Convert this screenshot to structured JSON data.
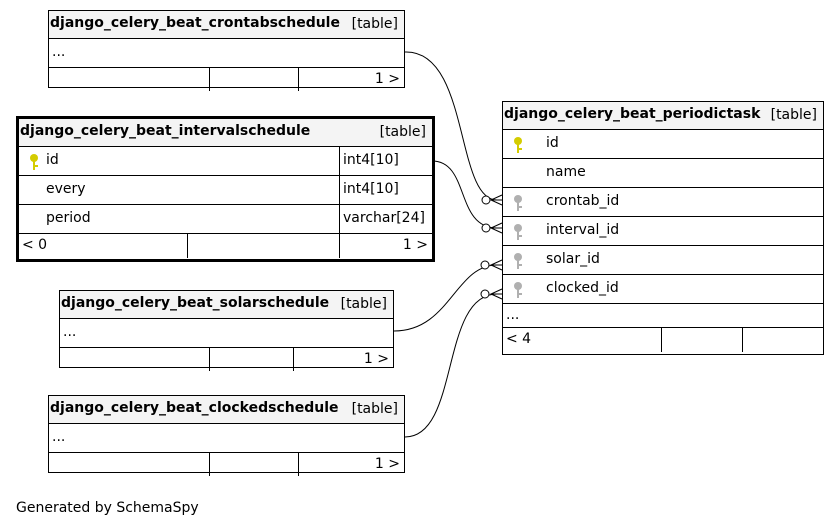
{
  "tables": {
    "crontab": {
      "name": "django_celery_beat_crontabschedule",
      "tag": "[table]",
      "ellipsis": "...",
      "footer_right": "1 >"
    },
    "interval": {
      "name": "django_celery_beat_intervalschedule",
      "tag": "[table]",
      "columns": [
        {
          "name": "id",
          "type": "int4[10]",
          "key": "primary"
        },
        {
          "name": "every",
          "type": "int4[10]",
          "key": ""
        },
        {
          "name": "period",
          "type": "varchar[24]",
          "key": ""
        }
      ],
      "footer_left": "< 0",
      "footer_right": "1 >"
    },
    "solar": {
      "name": "django_celery_beat_solarschedule",
      "tag": "[table]",
      "ellipsis": "...",
      "footer_right": "1 >"
    },
    "clocked": {
      "name": "django_celery_beat_clockedschedule",
      "tag": "[table]",
      "ellipsis": "...",
      "footer_right": "1 >"
    },
    "periodic": {
      "name": "django_celery_beat_periodictask",
      "tag": "[table]",
      "columns": [
        {
          "name": "id",
          "key": "primary"
        },
        {
          "name": "name",
          "key": ""
        },
        {
          "name": "crontab_id",
          "key": "foreign"
        },
        {
          "name": "interval_id",
          "key": "foreign"
        },
        {
          "name": "solar_id",
          "key": "foreign"
        },
        {
          "name": "clocked_id",
          "key": "foreign"
        }
      ],
      "ellipsis": "...",
      "footer_left": "< 4"
    }
  },
  "caption": "Generated by SchemaSpy",
  "colors": {
    "primary_key": "#d4cc00",
    "foreign_key": "#b0b0b0",
    "header_bg": "#f4f4f4"
  }
}
